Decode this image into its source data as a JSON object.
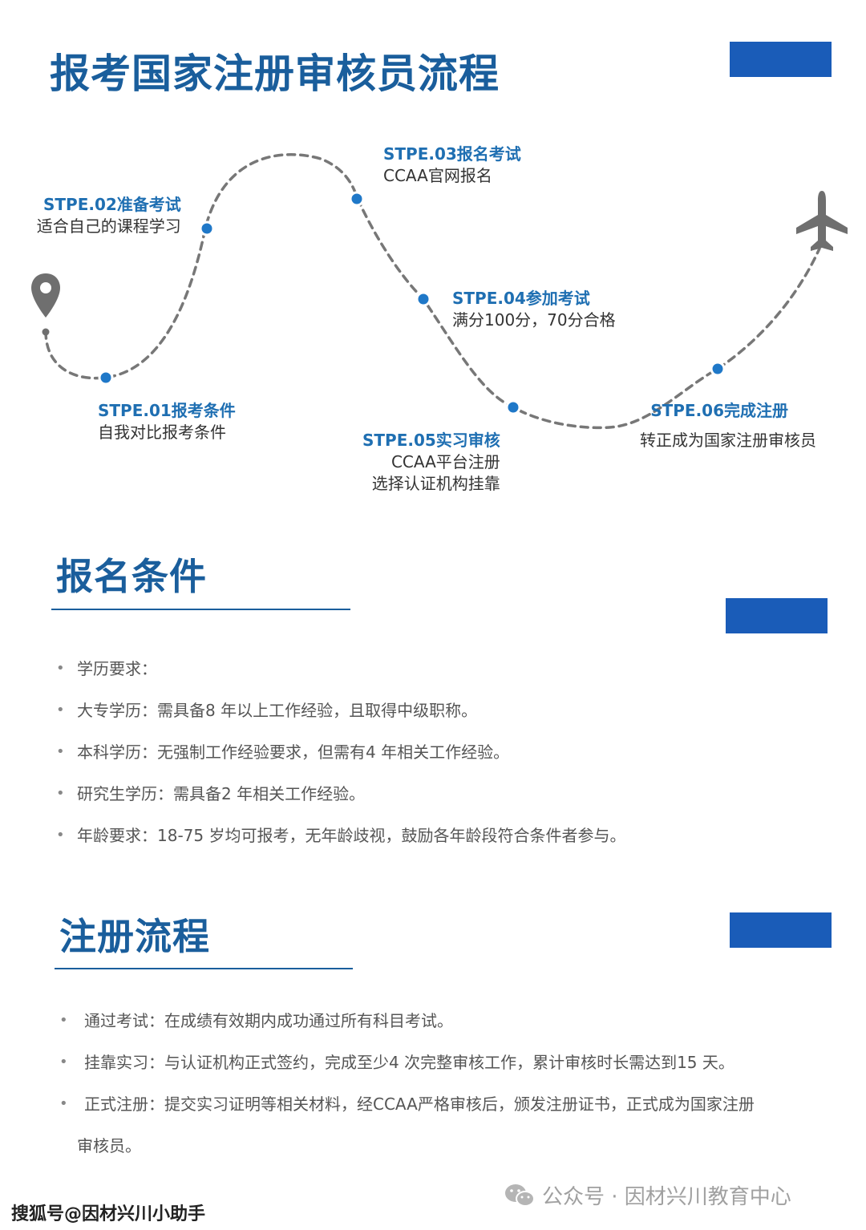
{
  "title": "报考国家注册审核员流程",
  "steps": [
    {
      "title": "STPE.01报考条件",
      "desc": [
        "自我对比报考条件"
      ]
    },
    {
      "title": "STPE.02准备考试",
      "desc": [
        "适合自己的课程学习"
      ]
    },
    {
      "title": "STPE.03报名考试",
      "desc": [
        "CCAA官网报名"
      ]
    },
    {
      "title": "STPE.04参加考试",
      "desc": [
        "满分100分，70分合格"
      ]
    },
    {
      "title": "STPE.05实习审核",
      "desc": [
        "CCAA平台注册",
        "选择认证机构挂靠"
      ]
    },
    {
      "title": "STPE.06完成注册",
      "desc": [
        "转正成为国家注册审核员"
      ]
    }
  ],
  "icons": {
    "start": "map-pin-icon",
    "end": "airplane-icon"
  },
  "colors": {
    "accent": "#1a5cb8",
    "title": "#1a5e9c",
    "step_title": "#1f6fb2",
    "dot": "#1f78c8"
  },
  "section1": {
    "title": "报名条件",
    "items": [
      "学历要求：",
      "大专学历：需具备8 年以上工作经验，且取得中级职称。",
      "本科学历：无强制工作经验要求，但需有4 年相关工作经验。",
      "研究生学历：需具备2 年相关工作经验。",
      "年龄要求：18-75 岁均可报考，无年龄歧视，鼓励各年龄段符合条件者参与。"
    ]
  },
  "section2": {
    "title": "注册流程",
    "items": [
      "通过考试：在成绩有效期内成功通过所有科目考试。",
      "挂靠实习：与认证机构正式签约，完成至少4 次完整审核工作，累计审核时长需达到15 天。",
      "正式注册：提交实习证明等相关材料，经CCAA严格审核后，颁发注册证书，正式成为国家注册"
    ],
    "continuation": "审核员。"
  },
  "footer": {
    "wechat": "公众号 · 因材兴川教育中心",
    "sohu": "搜狐号@因材兴川小助手"
  }
}
